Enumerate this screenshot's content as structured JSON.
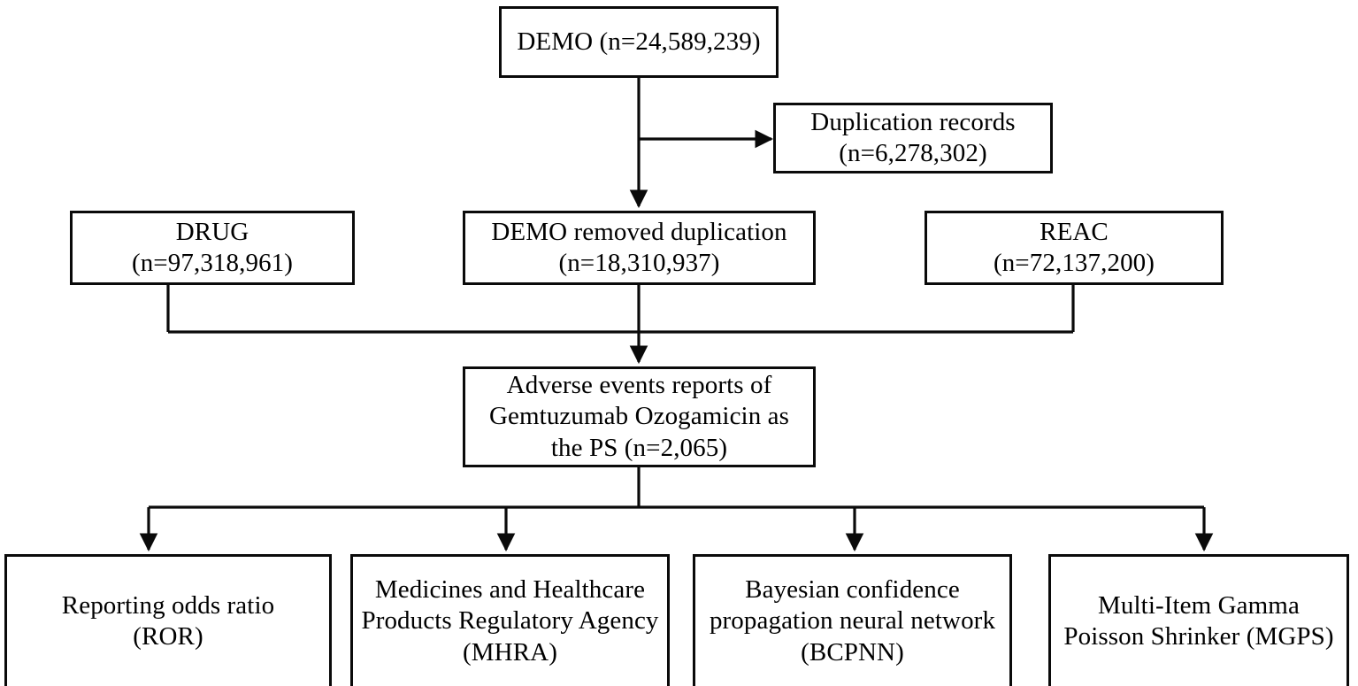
{
  "figure": {
    "type": "flowchart",
    "title": "FAERS data extraction and disproportionality analysis flow",
    "stroke_color": "#0a0a0a",
    "background_color": "#ffffff"
  },
  "nodes": {
    "demo": {
      "label": "DEMO (n=24,589,239)",
      "name": "DEMO",
      "count": "24,589,239"
    },
    "duplication": {
      "label": "Duplication records\n(n=6,278,302)",
      "name": "Duplication records",
      "count": "6,278,302"
    },
    "drug": {
      "label": "DRUG\n(n=97,318,961)",
      "name": "DRUG",
      "count": "97,318,961"
    },
    "demo_dedup": {
      "label": "DEMO removed duplication\n(n=18,310,937)",
      "name": "DEMO removed duplication",
      "count": "18,310,937"
    },
    "reac": {
      "label": "REAC\n(n=72,137,200)",
      "name": "REAC",
      "count": "72,137,200"
    },
    "adverse_events": {
      "label": "Adverse events reports of\nGemtuzumab Ozogamicin as\nthe PS (n=2,065)",
      "name": "Adverse events reports of Gemtuzumab Ozogamicin as the PS",
      "count": "2,065"
    },
    "ror": {
      "label": "Reporting odds ratio\n(ROR)",
      "name": "Reporting odds ratio",
      "abbreviation": "ROR"
    },
    "mhra": {
      "label": "Medicines and Healthcare\nProducts Regulatory Agency\n(MHRA)",
      "name": "Medicines and Healthcare Products Regulatory Agency",
      "abbreviation": "MHRA"
    },
    "bcpnn": {
      "label": "Bayesian confidence\npropagation neural network\n(BCPNN)",
      "name": "Bayesian confidence propagation neural network",
      "abbreviation": "BCPNN"
    },
    "mgps": {
      "label": "Multi-Item Gamma\nPoisson Shrinker (MGPS)",
      "name": "Multi-Item Gamma Poisson Shrinker",
      "abbreviation": "MGPS"
    }
  },
  "connectors": [
    {
      "from": "demo",
      "to": "duplication",
      "style": "elbow-right-arrow"
    },
    {
      "from": "demo",
      "to": "demo_dedup",
      "style": "straight-down-arrow"
    },
    {
      "from": "drug",
      "to": "adverse_events",
      "style": "merge-bus"
    },
    {
      "from": "demo_dedup",
      "to": "adverse_events",
      "style": "straight-down-arrow"
    },
    {
      "from": "reac",
      "to": "adverse_events",
      "style": "merge-bus"
    },
    {
      "from": "adverse_events",
      "to": "ror",
      "style": "split-bus-arrow"
    },
    {
      "from": "adverse_events",
      "to": "mhra",
      "style": "split-bus-arrow"
    },
    {
      "from": "adverse_events",
      "to": "bcpnn",
      "style": "split-bus-arrow"
    },
    {
      "from": "adverse_events",
      "to": "mgps",
      "style": "split-bus-arrow"
    }
  ]
}
